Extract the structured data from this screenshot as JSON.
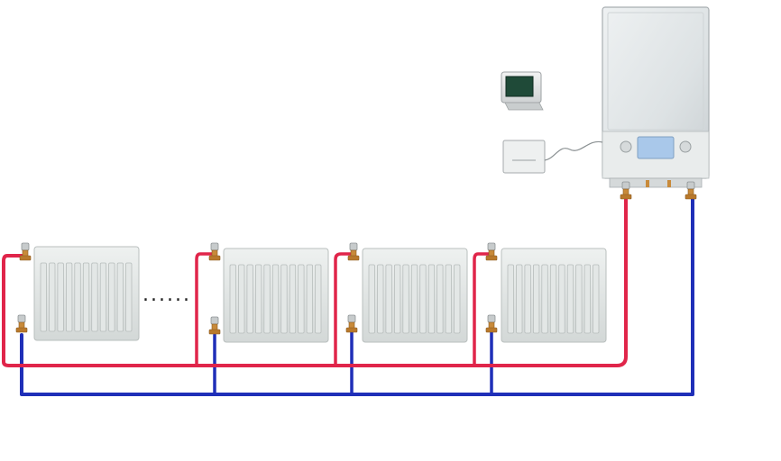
{
  "colors": {
    "supply_pipe": "#e0254a",
    "return_pipe": "#1f2fb8",
    "radiator_body": "#dfe3e2",
    "valve_brass": "#c88a3a",
    "boiler_body": "#e6e9ea",
    "boiler_display": "#a9c8ea",
    "thermostat_screen": "#1f4a38"
  },
  "diagram": {
    "radiator_count": 4,
    "gap_indicator": "......",
    "components": [
      "wall-boiler",
      "room-thermostat",
      "boiler-controller",
      "radiator",
      "radiator",
      "radiator",
      "radiator"
    ],
    "pipes": [
      "supply-pipe",
      "return-pipe"
    ]
  }
}
